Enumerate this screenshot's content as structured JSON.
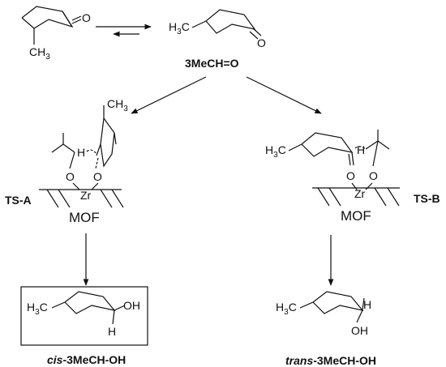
{
  "molecules": {
    "top_left": {
      "atom_o": "O",
      "methyl": "CH",
      "methyl_sub": "3"
    },
    "top_right": {
      "methyl": "H",
      "methyl_sub": "3",
      "methyl_tail": "C",
      "atom_o": "O",
      "label": "3MeCH=O"
    },
    "ts_a": {
      "methyl": "CH",
      "methyl_sub": "3",
      "atom_h": "H",
      "atom_o1": "O",
      "atom_o2": "O",
      "metal": "Zr",
      "support": "MOF",
      "label": "TS-A"
    },
    "ts_b": {
      "methyl": "H",
      "methyl_sub": "3",
      "methyl_tail": "C",
      "atom_h": "H",
      "atom_o1": "O",
      "atom_o2": "O",
      "metal": "Zr",
      "support": "MOF",
      "label": "TS-B"
    },
    "cis": {
      "methyl": "H",
      "methyl_sub": "3",
      "methyl_tail": "C",
      "oh": "OH",
      "atom_h": "H",
      "label_prefix": "cis",
      "label_rest": "-3MeCH-OH"
    },
    "trans": {
      "methyl": "H",
      "methyl_sub": "3",
      "methyl_tail": "C",
      "oh": "OH",
      "atom_h": "H",
      "label_prefix": "trans",
      "label_rest": "-3MeCH-OH"
    }
  }
}
